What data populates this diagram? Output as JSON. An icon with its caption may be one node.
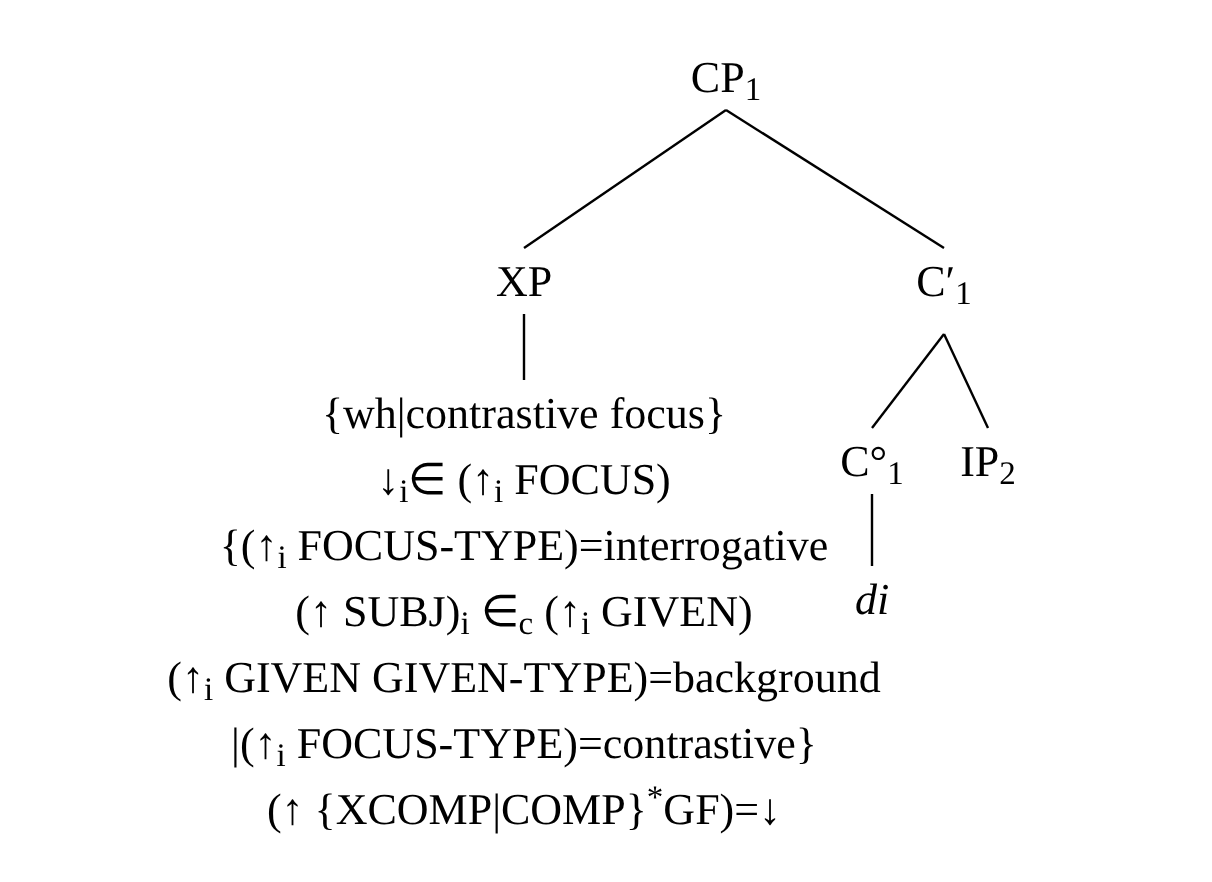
{
  "diagram": {
    "nodes": [
      {
        "text": [
          "CP$_{1}$"
        ]
      },
      {
        "text": [
          "XP"
        ]
      },
      {
        "text": [
          "C′$_{1}$"
        ]
      },
      {
        "text": [
          "C°$_{1}$"
        ]
      },
      {
        "text": [
          "IP$_{2}$"
        ]
      },
      {
        "text": [
          "di"
        ]
      },
      {
        "text": [
          "{wh|contrastive focus}",
          "↓$_{i}$∈ (↑$_{i}$ FOCUS)",
          "{(↑$_{i}$ FOCUS-TYPE)=interrogative",
          "(↑ SUBJ)$_{i}$ ∈$_{c}$ (↑$_{i}$ GIVEN)",
          "(↑$_{i}$ GIVEN GIVEN-TYPE)=background",
          "|(↑$_{i}$ FOCUS-TYPE)=contrastive}",
          "(↑ {XCOMP|COMP}$^{*}$GF)=↓"
        ]
      }
    ],
    "edges": [
      {
        "from": 0,
        "to": 1,
        "arrow": "none"
      },
      {
        "from": 0,
        "to": 2,
        "arrow": "none"
      },
      {
        "from": 1,
        "to": 6,
        "arrow": "none"
      },
      {
        "from": 2,
        "to": 3,
        "arrow": "none"
      },
      {
        "from": 2,
        "to": 4,
        "arrow": "none"
      },
      {
        "from": 3,
        "to": 5,
        "arrow": "none"
      }
    ]
  }
}
